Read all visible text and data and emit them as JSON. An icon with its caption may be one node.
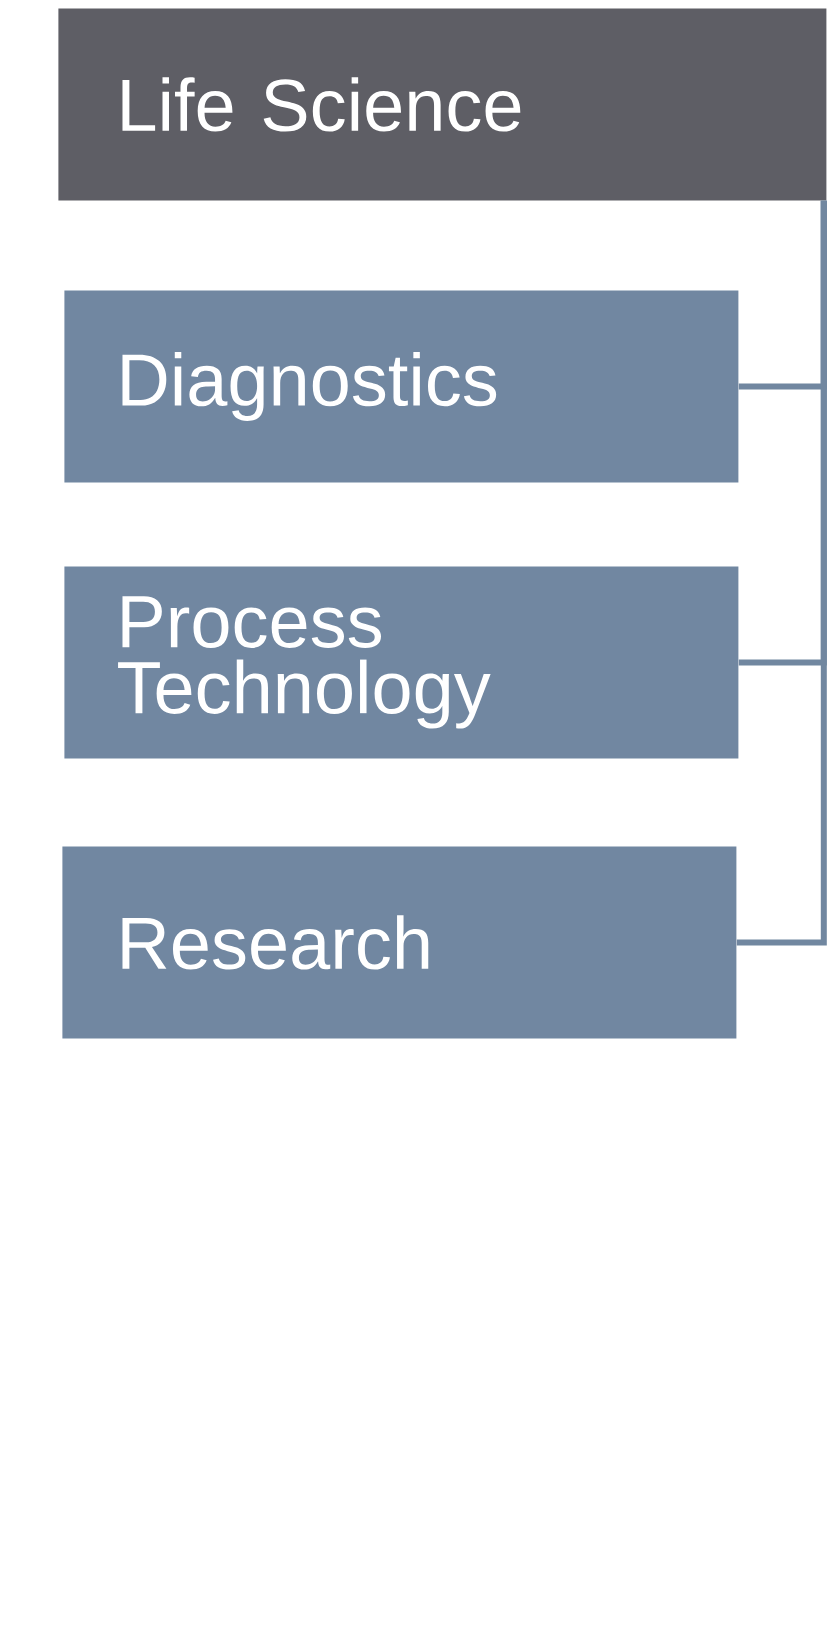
{
  "diagram": {
    "nodes": [
      {
        "text": [
          "Life Science"
        ]
      },
      {
        "text": [
          "Diagnostics"
        ]
      },
      {
        "text": [
          "Process Technology"
        ]
      },
      {
        "text": [
          "Research"
        ]
      }
    ],
    "edges": [
      {
        "from": 0,
        "to": 1,
        "arrow": "none"
      },
      {
        "from": 0,
        "to": 2,
        "arrow": "none"
      },
      {
        "from": 0,
        "to": 3,
        "arrow": "none"
      }
    ]
  }
}
